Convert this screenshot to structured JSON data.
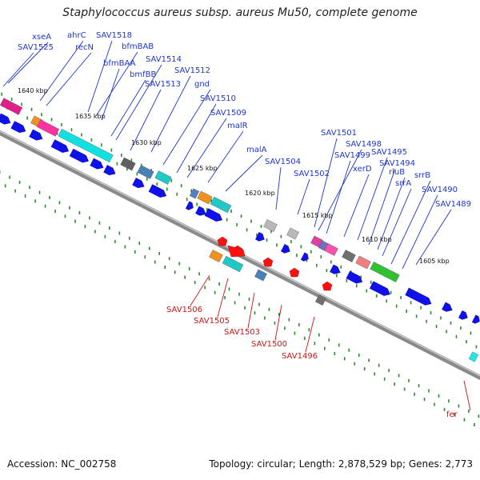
{
  "title": "Staphylococcus aureus subsp. aureus Mu50, complete genome",
  "footer": {
    "accession": "Accession: NC_002758",
    "summary": "Topology: circular; Length: 2,878,529 bp; Genes: 2,773"
  },
  "scale_labels": [
    "1640 kbp",
    "1635 kbp",
    "1630 kbp",
    "1625 kbp",
    "1620 kbp",
    "1615 kbp",
    "1610 kbp",
    "1605 kbp"
  ],
  "forward_gene_labels": [
    "xseA",
    "SAV1525",
    "ahrC",
    "recN",
    "SAV1518",
    "bfmBAB",
    "bfmBAA",
    "bmfBB",
    "SAV1514",
    "SAV1513",
    "SAV1512",
    "gnd",
    "SAV1510",
    "SAV1509",
    "malR",
    "malA",
    "SAV1504",
    "SAV1502",
    "SAV1501",
    "SAV1498",
    "SAV1499",
    "xerD",
    "SAV1495",
    "SAV1494",
    "rluB",
    "srrA",
    "srrB",
    "SAV1490",
    "SAV1489"
  ],
  "reverse_gene_labels": [
    "SAV1506",
    "SAV1505",
    "SAV1503",
    "SAV1500",
    "SAV1496",
    "fer"
  ],
  "colors": {
    "forward_label": "#1f36c8",
    "reverse_label": "#d01010",
    "backbone": "#8a8a8a",
    "arrow": "#1010e8",
    "ticks": "#2a8a2a"
  }
}
